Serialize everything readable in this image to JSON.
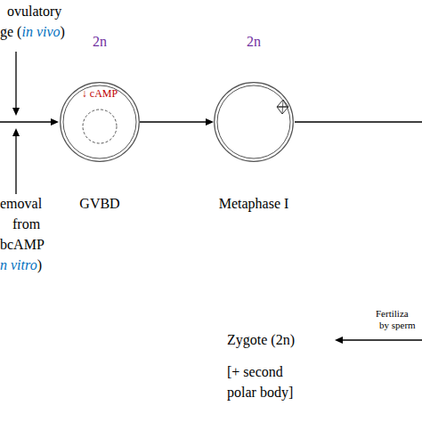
{
  "diagram": {
    "nodes": [
      {
        "text": [
          "2n",
          "↓ cAMP",
          "GVBD"
        ]
      },
      {
        "text": [
          "2n",
          "Metaphase I"
        ]
      }
    ],
    "edges": [
      {
        "from": 0,
        "to": 1,
        "arrow": "to"
      }
    ],
    "labels": [
      "ovulatory",
      "ge (",
      "in vivo",
      ")",
      "emoval",
      "from",
      "bcAMP",
      "n vitro",
      ")",
      "Zygote (2n)",
      "[+ second polar body]",
      "Fertiliza",
      "by sperm"
    ]
  }
}
